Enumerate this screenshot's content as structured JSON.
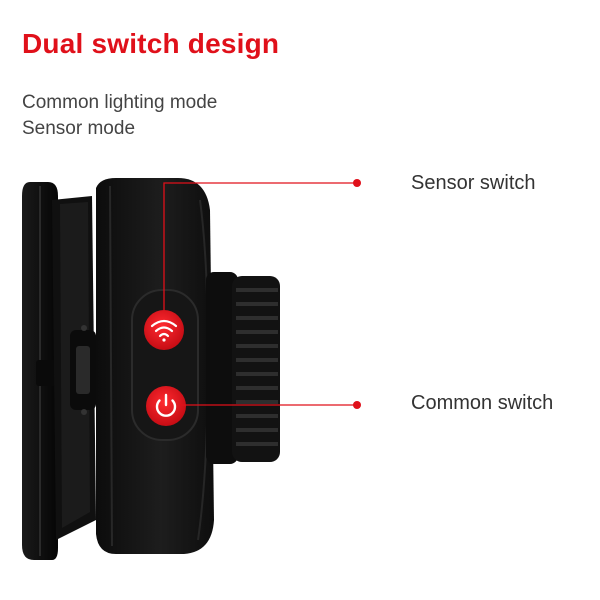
{
  "heading": {
    "title": "Dual switch design"
  },
  "modes": [
    {
      "label": "Common lighting mode"
    },
    {
      "label": "Sensor mode"
    }
  ],
  "callouts": {
    "sensor_switch": "Sensor switch",
    "common_switch": "Common switch"
  },
  "icons": {
    "sensor_button_icon": "wifi-sensor-icon",
    "common_button_icon": "power-icon"
  },
  "colors": {
    "accent_red": "#e0101a",
    "device_body": "#141414",
    "button_red": "#e3121c",
    "text_gray": "#444444"
  }
}
